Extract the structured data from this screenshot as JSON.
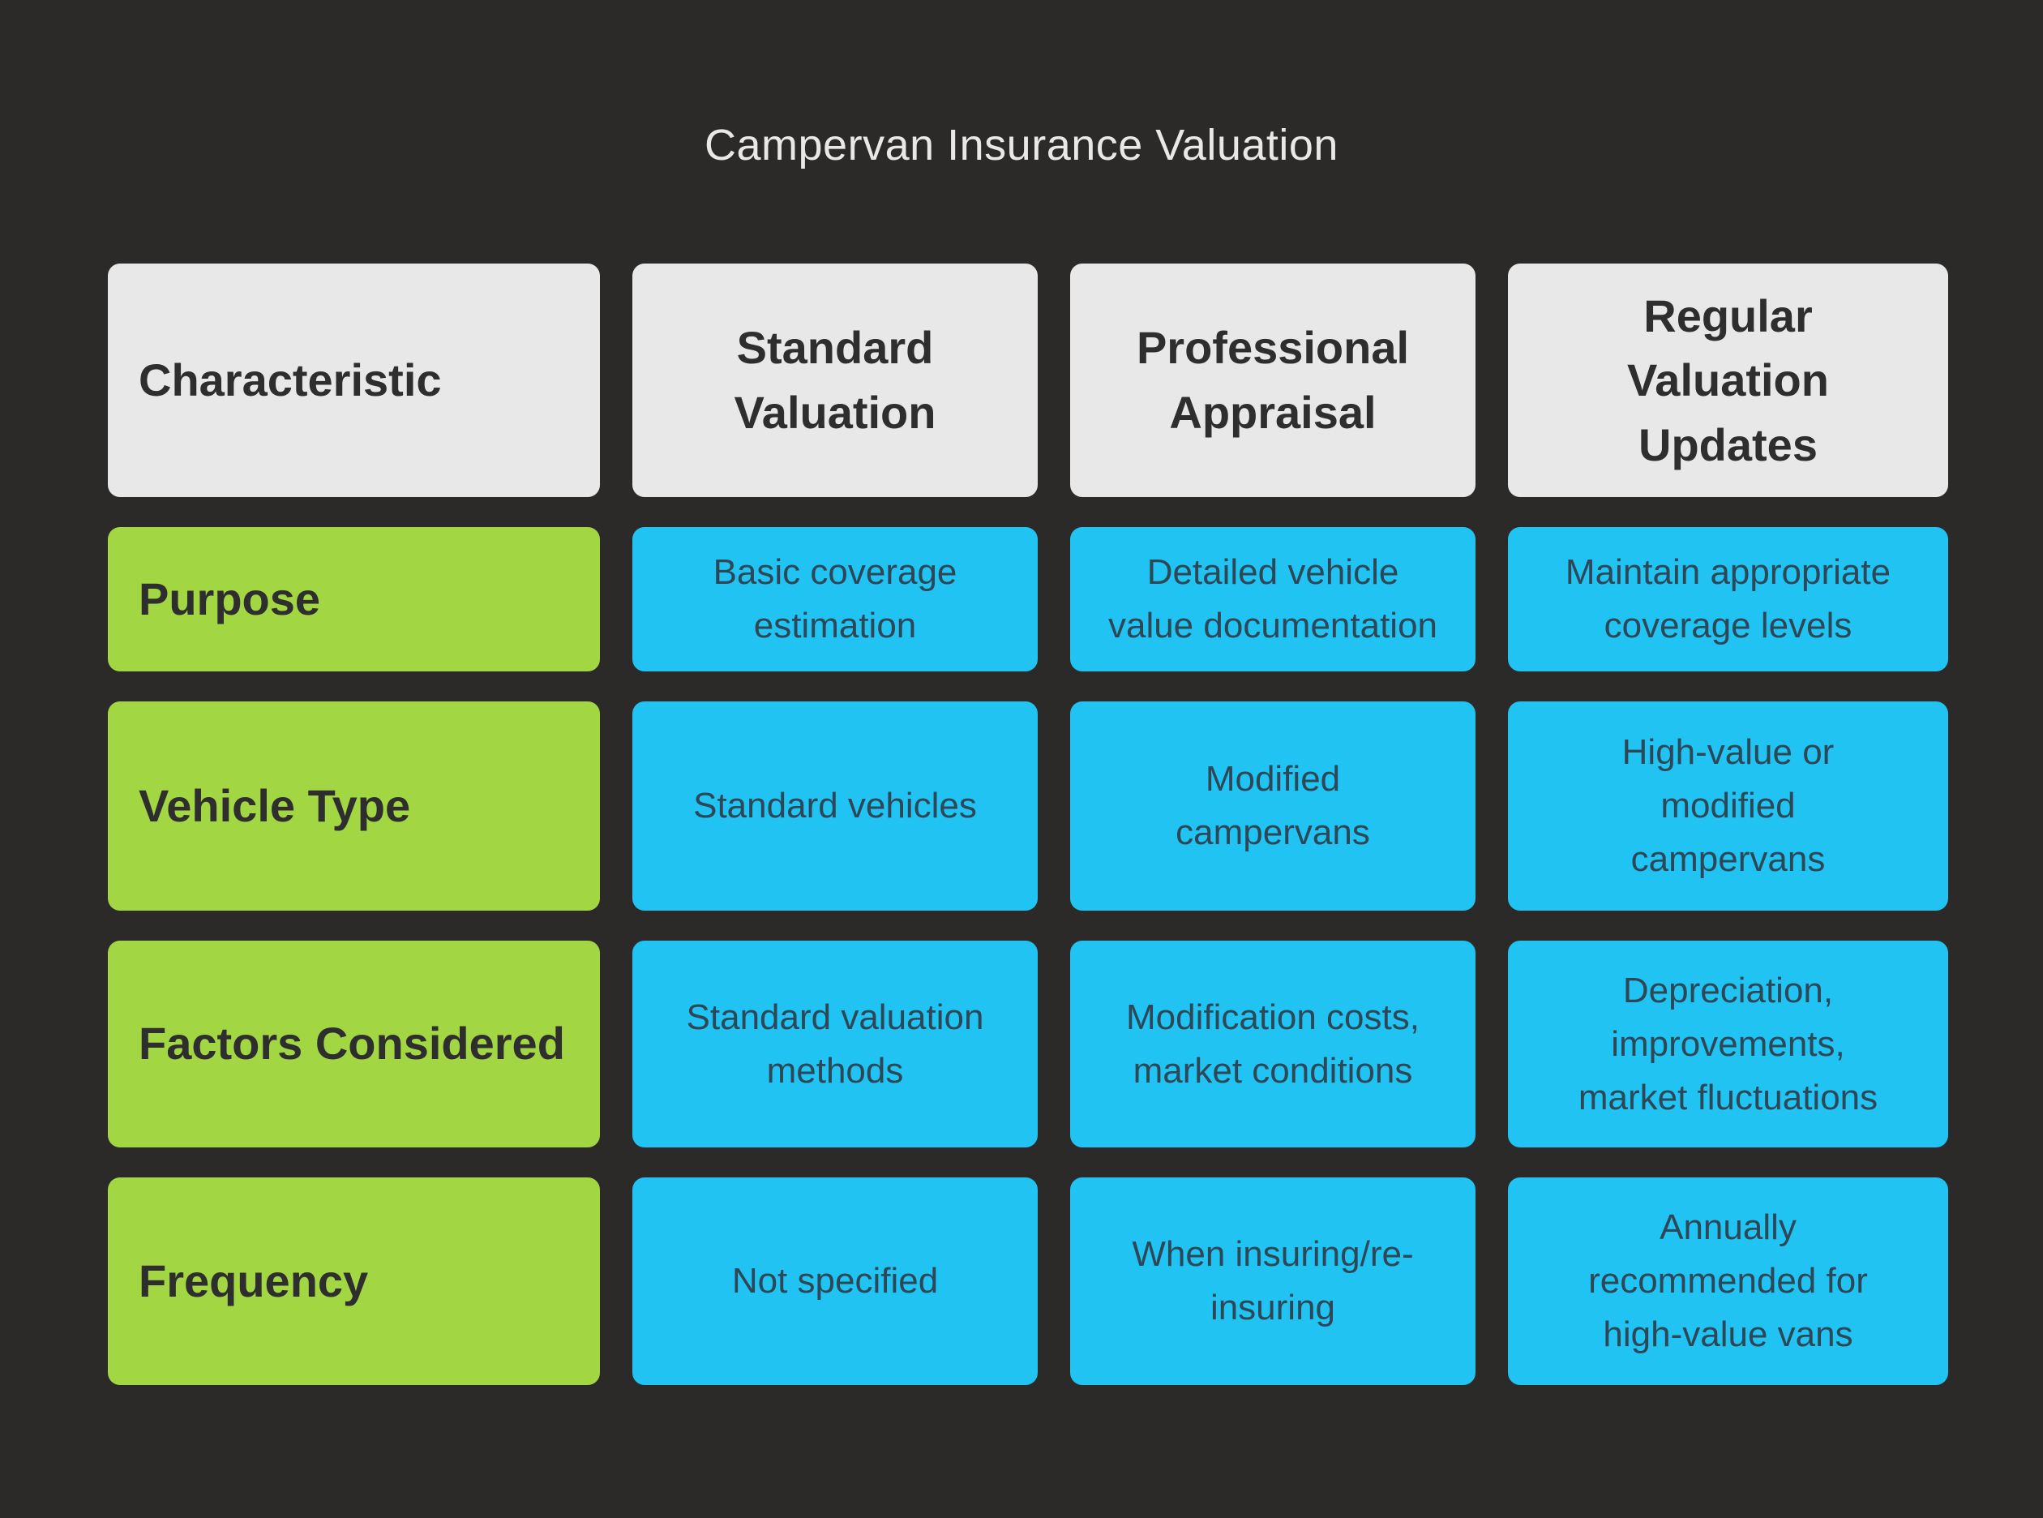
{
  "title": "Campervan Insurance Valuation",
  "colors": {
    "background": "#2b2a29",
    "header_bg": "#e8e8e8",
    "header_text": "#2e2e2e",
    "label_bg": "#a3d643",
    "value_bg": "#21c3f2",
    "value_text": "#2e4756",
    "title_text": "#e8e8e6"
  },
  "table": {
    "headers": [
      "Characteristic",
      "Standard\nValuation",
      "Professional\nAppraisal",
      "Regular\nValuation\nUpdates"
    ],
    "rows": [
      {
        "label": "Purpose",
        "values": [
          "Basic coverage\nestimation",
          "Detailed vehicle\nvalue documentation",
          "Maintain appropriate\ncoverage levels"
        ]
      },
      {
        "label": "Vehicle Type",
        "values": [
          "Standard vehicles",
          "Modified\ncampervans",
          "High-value or\nmodified\ncampervans"
        ]
      },
      {
        "label": "Factors Considered",
        "values": [
          "Standard valuation\nmethods",
          "Modification costs,\nmarket conditions",
          "Depreciation,\nimprovements,\nmarket fluctuations"
        ]
      },
      {
        "label": "Frequency",
        "values": [
          "Not specified",
          "When insuring/re-\ninsuring",
          "Annually\nrecommended for\nhigh-value vans"
        ]
      }
    ]
  }
}
